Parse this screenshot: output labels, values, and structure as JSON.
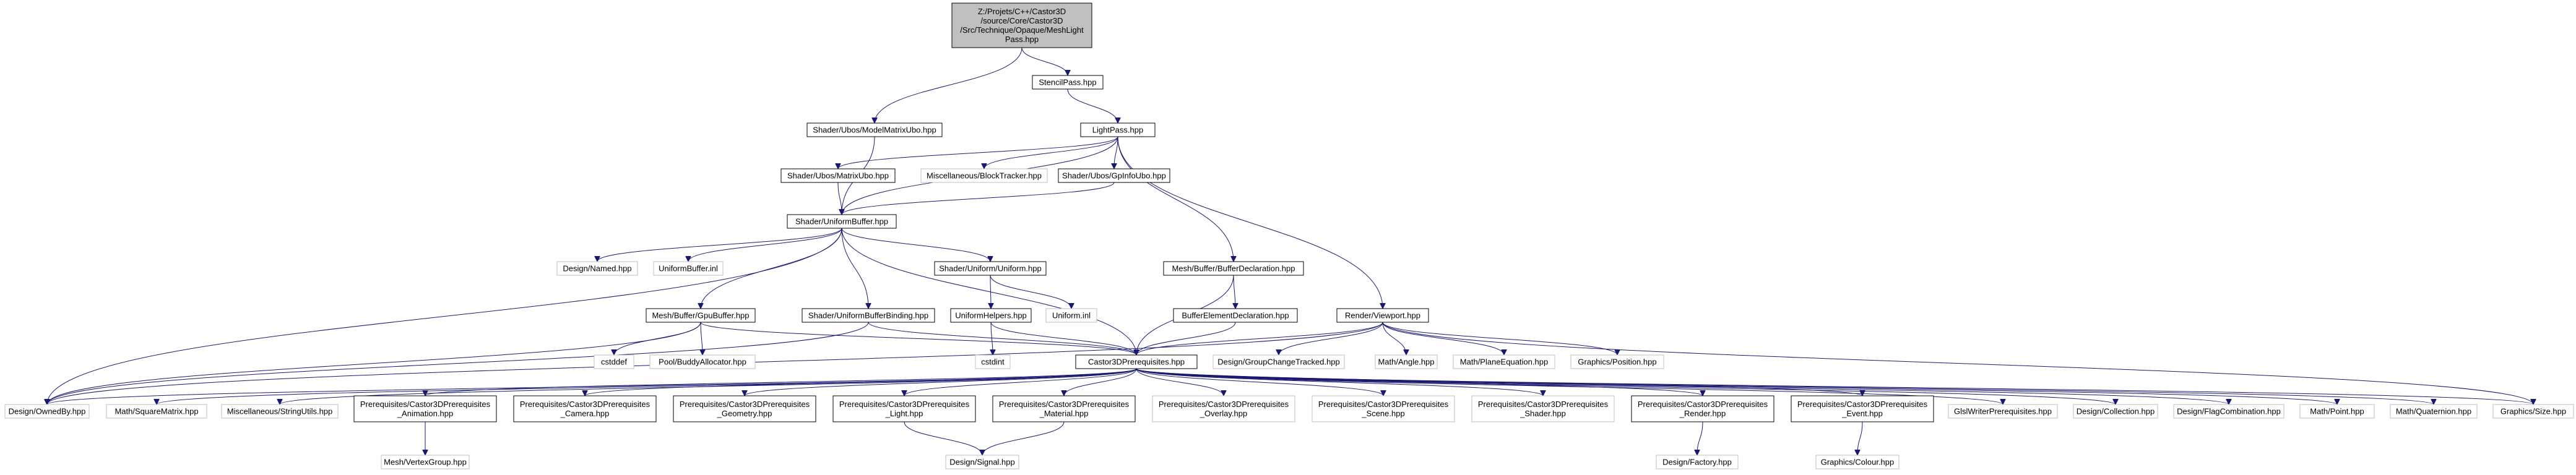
{
  "colors": {
    "edge": "#191970",
    "root_fill": "#bfbfbf",
    "root_border": "#000000",
    "linked_border": "#000000",
    "external_border": "#bfbfbf",
    "text": "#000000"
  },
  "nodes": [
    {
      "id": "root",
      "kind": "root",
      "lines": [
        "Z:/Projets/C++/Castor3D",
        "/source/Core/Castor3D",
        "/Src/Technique/Opaque/MeshLight",
        "Pass.hpp"
      ]
    },
    {
      "id": "stencil",
      "kind": "linked",
      "lines": [
        "StencilPass.hpp"
      ]
    },
    {
      "id": "modelmatrix",
      "kind": "linked",
      "lines": [
        "Shader/Ubos/ModelMatrixUbo.hpp"
      ]
    },
    {
      "id": "lightpass",
      "kind": "linked",
      "lines": [
        "LightPass.hpp"
      ]
    },
    {
      "id": "matrixubo",
      "kind": "linked",
      "lines": [
        "Shader/Ubos/MatrixUbo.hpp"
      ]
    },
    {
      "id": "blocktracker",
      "kind": "external",
      "lines": [
        "Miscellaneous/BlockTracker.hpp"
      ]
    },
    {
      "id": "gpinfo",
      "kind": "linked",
      "lines": [
        "Shader/Ubos/GpInfoUbo.hpp"
      ]
    },
    {
      "id": "uniformbuffer",
      "kind": "linked",
      "lines": [
        "Shader/UniformBuffer.hpp"
      ]
    },
    {
      "id": "named",
      "kind": "external",
      "lines": [
        "Design/Named.hpp"
      ]
    },
    {
      "id": "uniformbufferinl",
      "kind": "external",
      "lines": [
        "UniformBuffer.inl"
      ]
    },
    {
      "id": "shaderuniform",
      "kind": "linked",
      "lines": [
        "Shader/Uniform/Uniform.hpp"
      ]
    },
    {
      "id": "bufferdecl",
      "kind": "linked",
      "lines": [
        "Mesh/Buffer/BufferDeclaration.hpp"
      ]
    },
    {
      "id": "gpubuffer",
      "kind": "linked",
      "lines": [
        "Mesh/Buffer/GpuBuffer.hpp"
      ]
    },
    {
      "id": "ubobinding",
      "kind": "linked",
      "lines": [
        "Shader/UniformBufferBinding.hpp"
      ]
    },
    {
      "id": "uniformhelpers",
      "kind": "linked",
      "lines": [
        "UniformHelpers.hpp"
      ]
    },
    {
      "id": "uniforminl",
      "kind": "external",
      "lines": [
        "Uniform.inl"
      ]
    },
    {
      "id": "bufferelement",
      "kind": "linked",
      "lines": [
        "BufferElementDeclaration.hpp"
      ]
    },
    {
      "id": "viewport",
      "kind": "linked",
      "lines": [
        "Render/Viewport.hpp"
      ]
    },
    {
      "id": "cstddef",
      "kind": "external",
      "lines": [
        "cstddef"
      ]
    },
    {
      "id": "buddy",
      "kind": "external",
      "lines": [
        "Pool/BuddyAllocator.hpp"
      ]
    },
    {
      "id": "cstdint",
      "kind": "external",
      "lines": [
        "cstdint"
      ]
    },
    {
      "id": "castorprereq",
      "kind": "linked",
      "lines": [
        "Castor3DPrerequisites.hpp"
      ]
    },
    {
      "id": "groupchange",
      "kind": "external",
      "lines": [
        "Design/GroupChangeTracked.hpp"
      ]
    },
    {
      "id": "angle",
      "kind": "external",
      "lines": [
        "Math/Angle.hpp"
      ]
    },
    {
      "id": "planeeq",
      "kind": "external",
      "lines": [
        "Math/PlaneEquation.hpp"
      ]
    },
    {
      "id": "position",
      "kind": "external",
      "lines": [
        "Graphics/Position.hpp"
      ]
    },
    {
      "id": "ownedby",
      "kind": "external",
      "lines": [
        "Design/OwnedBy.hpp"
      ]
    },
    {
      "id": "squarematrix",
      "kind": "external",
      "lines": [
        "Math/SquareMatrix.hpp"
      ]
    },
    {
      "id": "stringutils",
      "kind": "external",
      "lines": [
        "Miscellaneous/StringUtils.hpp"
      ]
    },
    {
      "id": "prereqanim",
      "kind": "linked",
      "lines": [
        "Prerequisites/Castor3DPrerequisites",
        "_Animation.hpp"
      ]
    },
    {
      "id": "prereqcam",
      "kind": "linked",
      "lines": [
        "Prerequisites/Castor3DPrerequisites",
        "_Camera.hpp"
      ]
    },
    {
      "id": "prereqgeo",
      "kind": "linked",
      "lines": [
        "Prerequisites/Castor3DPrerequisites",
        "_Geometry.hpp"
      ]
    },
    {
      "id": "prereqlight",
      "kind": "linked",
      "lines": [
        "Prerequisites/Castor3DPrerequisites",
        "_Light.hpp"
      ]
    },
    {
      "id": "prereqmat",
      "kind": "linked",
      "lines": [
        "Prerequisites/Castor3DPrerequisites",
        "_Material.hpp"
      ]
    },
    {
      "id": "prereqoverlay",
      "kind": "external",
      "lines": [
        "Prerequisites/Castor3DPrerequisites",
        "_Overlay.hpp"
      ]
    },
    {
      "id": "prereqscene",
      "kind": "external",
      "lines": [
        "Prerequisites/Castor3DPrerequisites",
        "_Scene.hpp"
      ]
    },
    {
      "id": "prereqshader",
      "kind": "external",
      "lines": [
        "Prerequisites/Castor3DPrerequisites",
        "_Shader.hpp"
      ]
    },
    {
      "id": "prereqrender",
      "kind": "linked",
      "lines": [
        "Prerequisites/Castor3DPrerequisites",
        "_Render.hpp"
      ]
    },
    {
      "id": "prereqevent",
      "kind": "linked",
      "lines": [
        "Prerequisites/Castor3DPrerequisites",
        "_Event.hpp"
      ]
    },
    {
      "id": "glslwriter",
      "kind": "external",
      "lines": [
        "GlslWriterPrerequisites.hpp"
      ]
    },
    {
      "id": "collection",
      "kind": "external",
      "lines": [
        "Design/Collection.hpp"
      ]
    },
    {
      "id": "flagcombo",
      "kind": "external",
      "lines": [
        "Design/FlagCombination.hpp"
      ]
    },
    {
      "id": "point",
      "kind": "external",
      "lines": [
        "Math/Point.hpp"
      ]
    },
    {
      "id": "quaternion",
      "kind": "external",
      "lines": [
        "Math/Quaternion.hpp"
      ]
    },
    {
      "id": "size",
      "kind": "external",
      "lines": [
        "Graphics/Size.hpp"
      ]
    },
    {
      "id": "vertexgroup",
      "kind": "external",
      "lines": [
        "Mesh/VertexGroup.hpp"
      ]
    },
    {
      "id": "signal",
      "kind": "external",
      "lines": [
        "Design/Signal.hpp"
      ]
    },
    {
      "id": "factory",
      "kind": "external",
      "lines": [
        "Design/Factory.hpp"
      ]
    },
    {
      "id": "colour",
      "kind": "external",
      "lines": [
        "Graphics/Colour.hpp"
      ]
    }
  ]
}
